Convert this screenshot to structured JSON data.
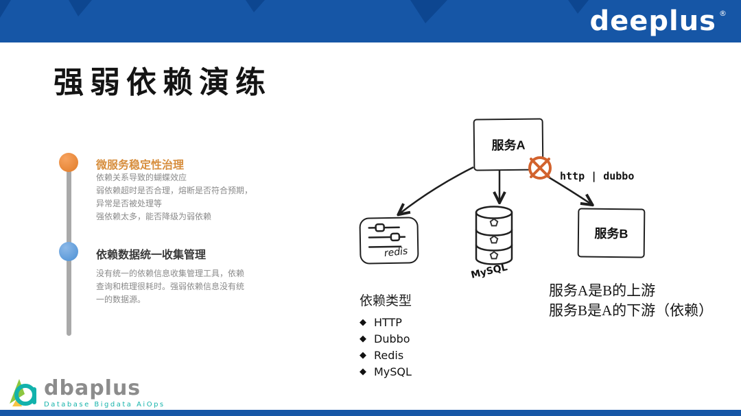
{
  "header": {
    "logo": "deeplus",
    "logo_mark": "®"
  },
  "slide": {
    "title": "强弱依赖演练"
  },
  "timeline": {
    "items": [
      {
        "heading": "微服务稳定性治理",
        "lines": [
          "依赖关系导致的蝴蝶效应",
          "弱依赖超时是否合理，熔断是否符合预期，",
          "异常是否被处理等",
          "强依赖太多，能否降级为弱依赖"
        ]
      },
      {
        "heading": "依赖数据统一收集管理",
        "lines": [
          "没有统一的依赖信息收集管理工具，依赖",
          "查询和梳理很耗时。强弱依赖信息没有统",
          "一的数据源。"
        ]
      }
    ]
  },
  "diagram": {
    "service_a": "服务A",
    "service_b": "服务B",
    "redis_label": "redis",
    "mysql_label": "MySQL",
    "link_label": "http | dubbo"
  },
  "dependency_types": {
    "heading": "依赖类型",
    "bullet": "◆",
    "items": [
      "HTTP",
      "Dubbo",
      "Redis",
      "MySQL"
    ]
  },
  "notes": {
    "line1": "服务A是B的上游",
    "line2": "服务B是A的下游（依赖）"
  },
  "footer": {
    "logo": "dbaplus",
    "tagline": "Database Bigdata AiOps"
  },
  "colors": {
    "header_blue": "#1656a6",
    "header_dark_blue": "#0d4690",
    "accent_orange": "#e07b28",
    "accent_blue": "#4a8fd4",
    "broken_link_orange": "#d2622d",
    "heading_orange": "#d78e3d",
    "teal": "#12b2ac",
    "green": "#8dc63f",
    "gray_text": "#8a8a8a"
  }
}
